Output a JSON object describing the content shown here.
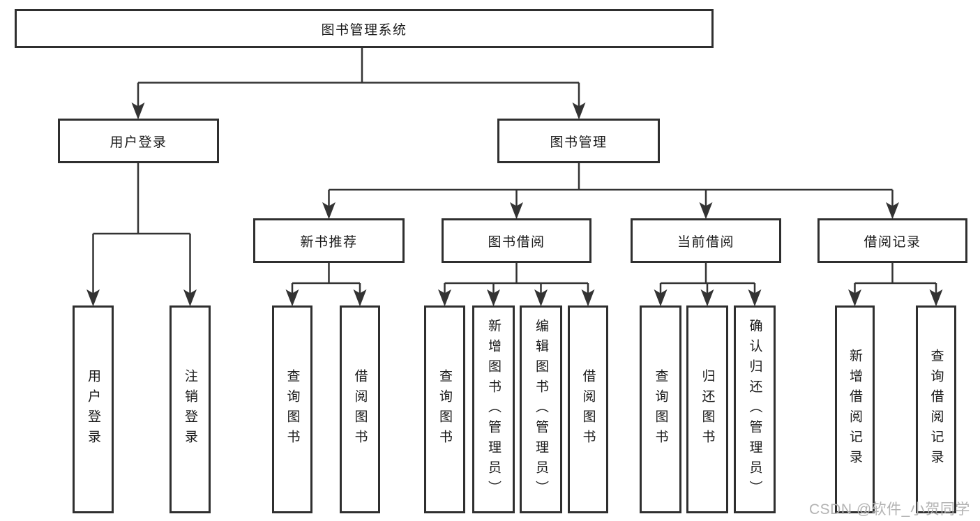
{
  "diagram": {
    "root": {
      "label": "图书管理系统"
    },
    "branches": [
      {
        "label": "用户登录",
        "children": [
          {
            "label": "用户登录"
          },
          {
            "label": "注销登录"
          }
        ]
      },
      {
        "label": "图书管理",
        "children": [
          {
            "label": "新书推荐",
            "children": [
              {
                "label": "查询图书"
              },
              {
                "label": "借阅图书"
              }
            ]
          },
          {
            "label": "图书借阅",
            "children": [
              {
                "label": "查询图书"
              },
              {
                "label": "新增图书（管理员）"
              },
              {
                "label": "编辑图书（管理员）"
              },
              {
                "label": "借阅图书"
              }
            ]
          },
          {
            "label": "当前借阅",
            "children": [
              {
                "label": "查询图书"
              },
              {
                "label": "归还图书"
              },
              {
                "label": "确认归还（管理员）"
              }
            ]
          },
          {
            "label": "借阅记录",
            "children": [
              {
                "label": "新增借阅记录"
              },
              {
                "label": "查询借阅记录"
              }
            ]
          }
        ]
      }
    ]
  },
  "watermark": {
    "text": "CSDN @软件_小贺同学"
  },
  "colors": {
    "line": "#333333",
    "text": "#1a1a1a",
    "background": "#ffffff",
    "watermark": "#b3b3b3"
  }
}
